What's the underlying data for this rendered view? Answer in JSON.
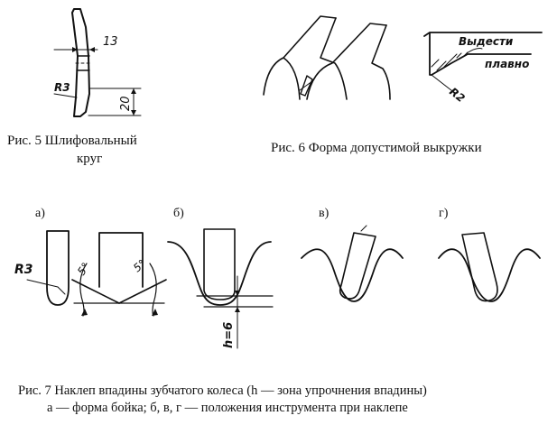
{
  "fig5": {
    "caption_line1": "Рис. 5 Шлифовальный",
    "caption_line2": "круг",
    "dim_width": "13",
    "dim_height": "20",
    "dim_radius": "R3"
  },
  "fig6": {
    "caption": "Рис. 6 Форма допустимой выкружки",
    "note_line1": "Выдести",
    "note_line2": "плавно",
    "dim_radius": "R2"
  },
  "fig7": {
    "panel_labels": [
      "а)",
      "б)",
      "в)",
      "г)"
    ],
    "radius_label": "R3",
    "angle_label": "5°",
    "depth_label": "h=6",
    "caption_line1": "Рис. 7 Наклеп впадины зубчатого колеса (h — зона упрочнения впадины)",
    "caption_line2": "а — форма бойка; б, в, г — положения инструмента при наклепе"
  }
}
